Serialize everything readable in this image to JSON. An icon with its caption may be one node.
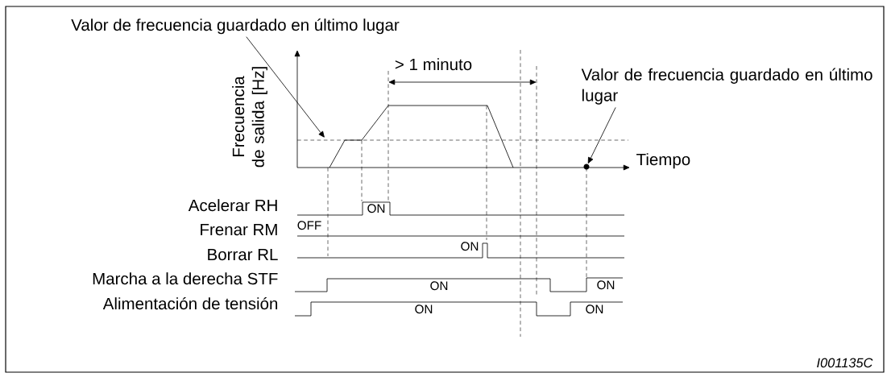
{
  "diagram": {
    "nodes": [
      {
        "text": [
          "Valor de frecuencia guardado en último lugar"
        ]
      },
      {
        "text": [
          "Valor de frecuencia guardado en último lugar"
        ]
      },
      {
        "text": [],
        "shape": "circle"
      },
      {
        "text": [],
        "shape": "curve"
      }
    ],
    "edges": [
      {
        "from": 0,
        "to": 3,
        "arrow": "to"
      },
      {
        "from": 1,
        "to": 2,
        "arrow": "to"
      }
    ],
    "labels": [
      "> 1 minuto",
      "Frecuencia de salida [Hz]",
      "Tiempo",
      "Acelerar RH",
      "ON",
      "Frenar RM",
      "OFF",
      "Borrar RL",
      "ON",
      "Marcha a la derecha STF",
      "ON",
      "ON",
      "Alimentación de tensión",
      "ON",
      "ON",
      "I001135C"
    ]
  }
}
